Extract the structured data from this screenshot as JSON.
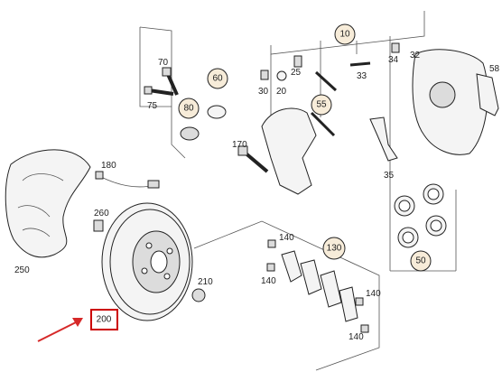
{
  "colors": {
    "callout_box": "#cc0000",
    "callout_arrow": "#d62828",
    "bubble_fill": "#f7ecd9",
    "stroke": "#222222"
  },
  "labels": {
    "p10": "10",
    "p20": "20",
    "p25": "25",
    "p30": "30",
    "p32": "32",
    "p33": "33",
    "p34": "34",
    "p35": "35",
    "p50": "50",
    "p55": "55",
    "p58": "58",
    "p60": "60",
    "p70": "70",
    "p75": "75",
    "p80": "80",
    "p130": "130",
    "p140a": "140",
    "p140b": "140",
    "p140c": "140",
    "p140d": "140",
    "p170": "170",
    "p180": "180",
    "p200": "200",
    "p210": "210",
    "p250": "250",
    "p260": "260"
  }
}
